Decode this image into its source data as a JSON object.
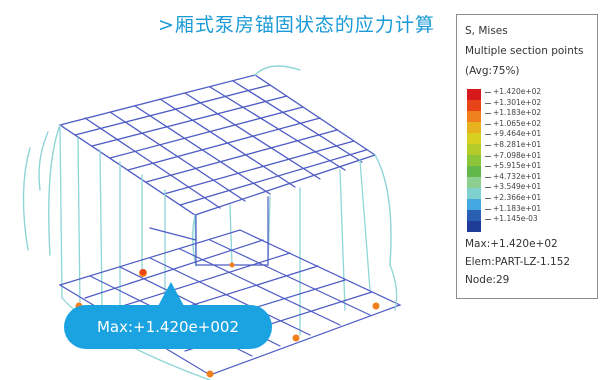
{
  "title": ">厢式泵房锚固状态的应力计算",
  "legend": {
    "line1": "S, Mises",
    "line2": "Multiple section points",
    "line3": "(Avg:75%)",
    "colors": [
      "#d7191c",
      "#e8441a",
      "#f07f1e",
      "#e8b21e",
      "#d8d020",
      "#b3cc2a",
      "#8cc43a",
      "#62b84a",
      "#8ccf8e",
      "#7ed1cf",
      "#44a9e0",
      "#2a5fb4",
      "#1f3c99"
    ],
    "ticks": [
      "+1.420e+02",
      "+1.301e+02",
      "+1.183e+02",
      "+1.065e+02",
      "+9.464e+01",
      "+8.281e+01",
      "+7.098e+01",
      "+5.915e+01",
      "+4.732e+01",
      "+3.549e+01",
      "+2.366e+01",
      "+1.183e+01",
      "+1.145e-03"
    ],
    "max": "Max:+1.420e+02",
    "elem": "Elem:PART-LZ-1.152",
    "node": "Node:29"
  },
  "callout": {
    "label": "Max:+1.420e+002"
  },
  "colors": {
    "accent": "#1aa3e0",
    "frame_blue": "#4d5bc4",
    "frame_cyan": "#8fd5d8",
    "hotspot": "#f07f1e"
  }
}
